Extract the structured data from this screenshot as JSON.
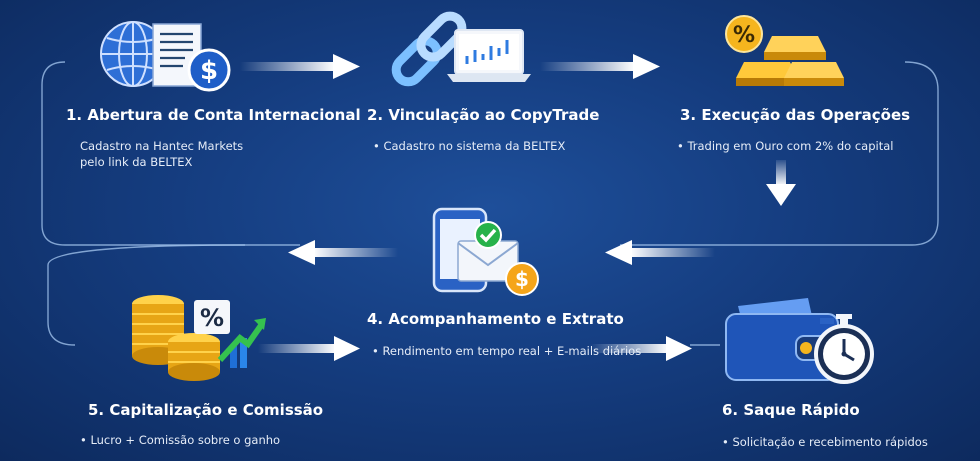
{
  "steps": [
    {
      "title": "1. Abertura de Conta Internacional",
      "desc": [
        "Cadastro na Hantec Markets",
        "pelo link da BELTEX"
      ]
    },
    {
      "title": "2. Vinculação ao CopyTrade",
      "desc": [
        "• Cadastro no sistema da BELTEX"
      ]
    },
    {
      "title": "3. Execução das Operações",
      "desc": [
        "• Trading em Ouro com 2% do capital"
      ]
    },
    {
      "title": "4. Acompanhamento e Extrato",
      "desc": [
        "• Rendimento em tempo real + E-mails diários"
      ]
    },
    {
      "title": "5. Capitalização e Comissão",
      "desc": [
        "• Lucro + Comissão sobre o ganho"
      ]
    },
    {
      "title": "6. Saque Rápido",
      "desc": [
        "• Solicitação e recebimento rápidos"
      ]
    }
  ],
  "icons": [
    "globe-document-dollar-icon",
    "chain-link-laptop-icon",
    "gold-bars-percent-icon",
    "phone-email-dollar-icon",
    "coins-percent-growth-icon",
    "wallet-stopwatch-icon"
  ],
  "colors": {
    "background": "#153d80",
    "accent_gold": "#f5b51e",
    "arrow": "#ffffff",
    "line": "#9fc0ea"
  }
}
